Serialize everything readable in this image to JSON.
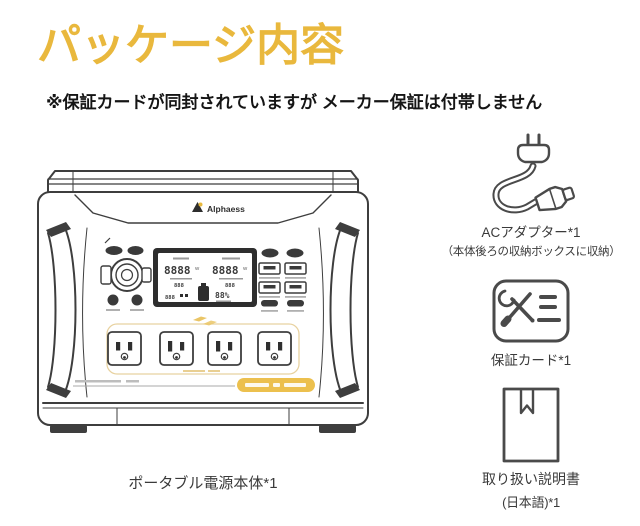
{
  "header": {
    "title": "パッケージ内容",
    "note": "※保証カードが同封されていますが メーカー保証は付帯しません"
  },
  "device": {
    "brand": "Alphaess",
    "caption": "ポータブル電源本体*1",
    "lcd": {
      "input_value": "8888",
      "output_value": "8888",
      "input_unit": "W",
      "output_unit": "W",
      "sub_left": "888",
      "sub_right": "888",
      "bottom_left": "888",
      "battery_percent": "88%"
    }
  },
  "items": {
    "ac_adapter": {
      "label": "ACアダプター*1",
      "sublabel": "（本体後ろの収納ボックスに収納）"
    },
    "warranty_card": {
      "label": "保証カード*1"
    },
    "manual": {
      "label": "取り扱い説明書",
      "sublabel": "(日本語)*1"
    }
  },
  "colors": {
    "accent_yellow": "#E9B83D",
    "line_gray": "#3e3e3e",
    "badge_yellow": "#ECC04E"
  }
}
